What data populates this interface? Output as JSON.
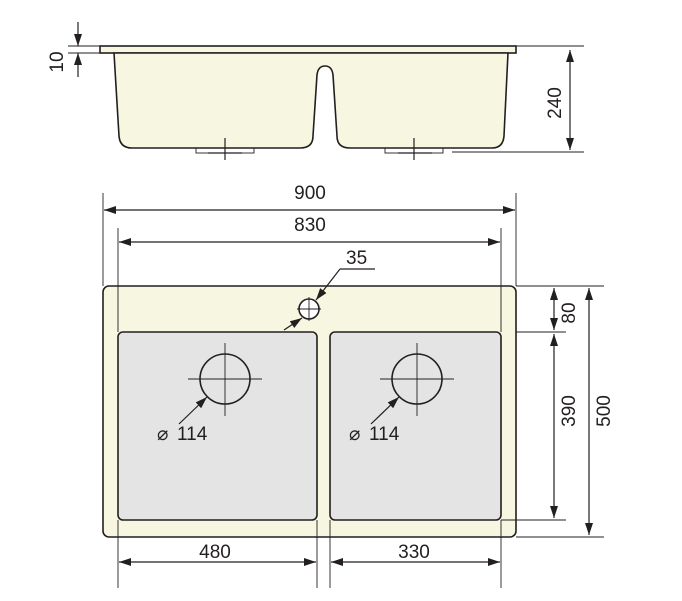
{
  "colors": {
    "sink_body": "#f6f6e1",
    "basin": "#e4e4e4",
    "line": "#231f20"
  },
  "dimensions": {
    "rim_thickness": "10",
    "depth": "240",
    "overall_width": "900",
    "inner_width": "830",
    "tap_hole": "35",
    "top_margin": "80",
    "basin_depth_len": "390",
    "overall_length": "500",
    "left_basin_width": "480",
    "right_basin_width": "330",
    "left_drain": "114",
    "right_drain": "114"
  },
  "symbols": {
    "diameter": "⌀"
  }
}
